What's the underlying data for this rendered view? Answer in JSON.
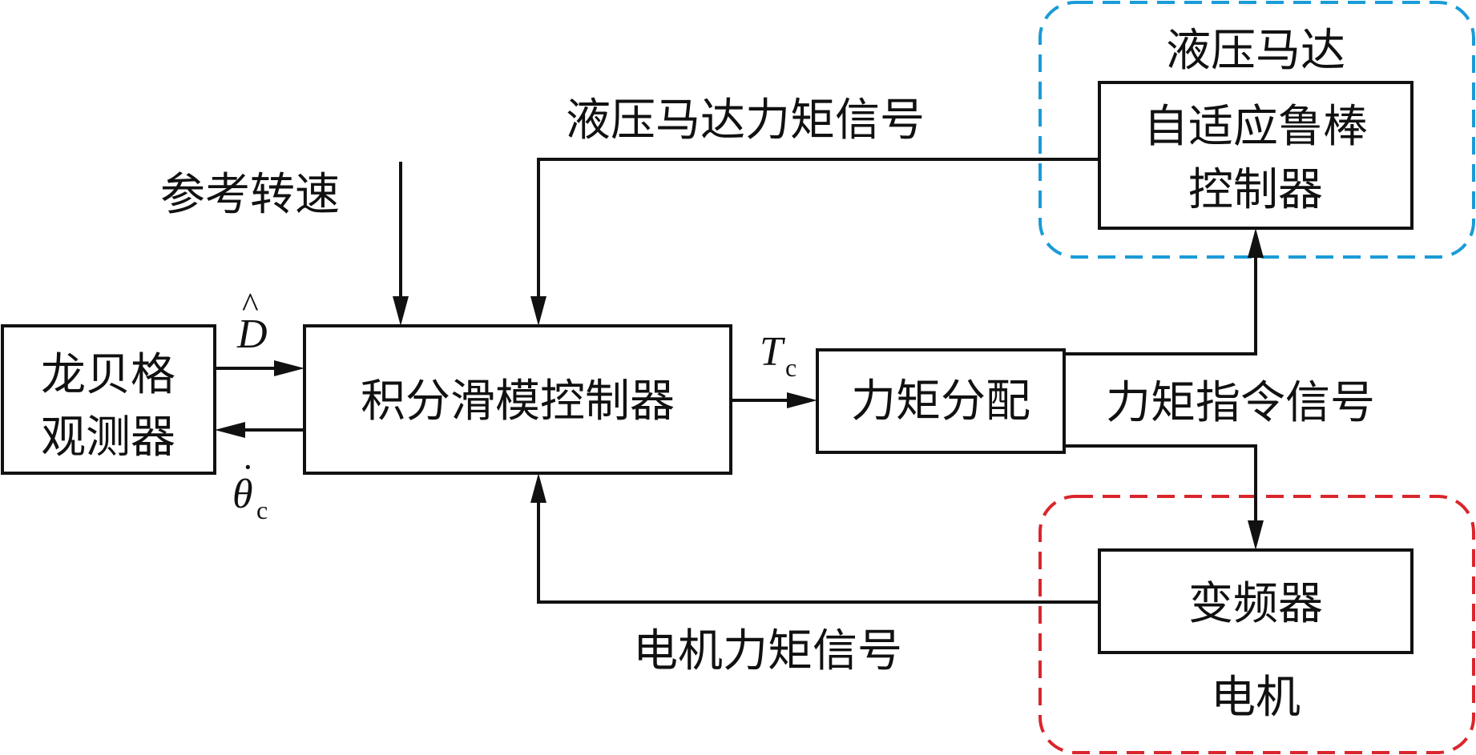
{
  "colors": {
    "line": "#111111",
    "hydraulic_group": "#1a9bd7",
    "motor_group": "#d9262c"
  },
  "blocks": {
    "observer": {
      "line1": "龙贝格",
      "line2": "观测器"
    },
    "smc": {
      "label": "积分滑模控制器"
    },
    "torque_split": {
      "label": "力矩分配"
    },
    "adaptive": {
      "line1": "自适应鲁棒",
      "line2": "控制器"
    },
    "inverter": {
      "label": "变频器"
    }
  },
  "groups": {
    "hydraulic": {
      "label": "液压马达"
    },
    "motor": {
      "label": "电机"
    }
  },
  "signals": {
    "reference_speed": "参考转速",
    "hydraulic_torque": "液压马达力矩信号",
    "torque_command": "力矩指令信号",
    "motor_torque": "电机力矩信号",
    "d_hat": {
      "symbol": "D",
      "accent": "^"
    },
    "theta_dot": {
      "symbol": "θ",
      "accent": "·",
      "subscript": "c"
    },
    "tc": {
      "symbol": "T",
      "subscript": "c"
    }
  }
}
